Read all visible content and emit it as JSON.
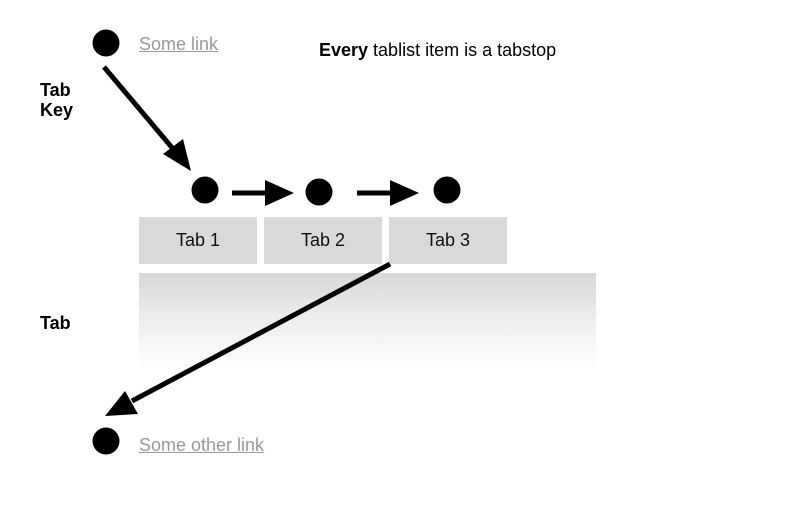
{
  "headline": {
    "bold": "Every",
    "rest": " tablist item is a tabstop"
  },
  "labels": {
    "tab_key_line1": "Tab",
    "tab_key_line2": "Key",
    "tab": "Tab"
  },
  "links": {
    "top": "Some link",
    "bottom": "Some other link"
  },
  "tabs": [
    {
      "label": "Tab 1"
    },
    {
      "label": "Tab 2"
    },
    {
      "label": "Tab 3"
    }
  ],
  "colors": {
    "tab_bg": "#d9d9d9",
    "link": "#999999",
    "arrow": "#000000"
  }
}
